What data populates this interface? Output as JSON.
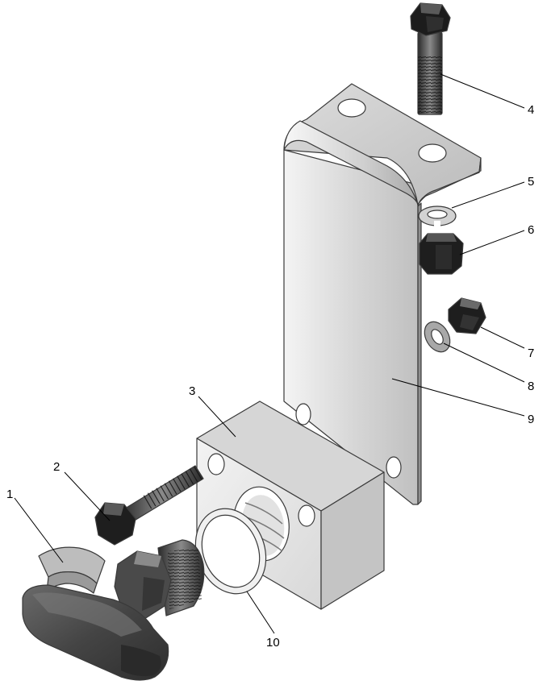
{
  "callouts": [
    {
      "id": "1",
      "label": "1"
    },
    {
      "id": "2",
      "label": "2"
    },
    {
      "id": "3",
      "label": "3"
    },
    {
      "id": "4",
      "label": "4"
    },
    {
      "id": "5",
      "label": "5"
    },
    {
      "id": "6",
      "label": "6"
    },
    {
      "id": "7",
      "label": "7"
    },
    {
      "id": "8",
      "label": "8"
    },
    {
      "id": "9",
      "label": "9"
    },
    {
      "id": "10",
      "label": "10"
    }
  ],
  "colors": {
    "metal_light": "#e6e6e6",
    "metal_mid": "#c8c8c8",
    "metal_dark": "#9a9a9a",
    "hardware_dark": "#1e1e1e",
    "knob_dark": "#4a4a4a",
    "line": "#000000"
  }
}
